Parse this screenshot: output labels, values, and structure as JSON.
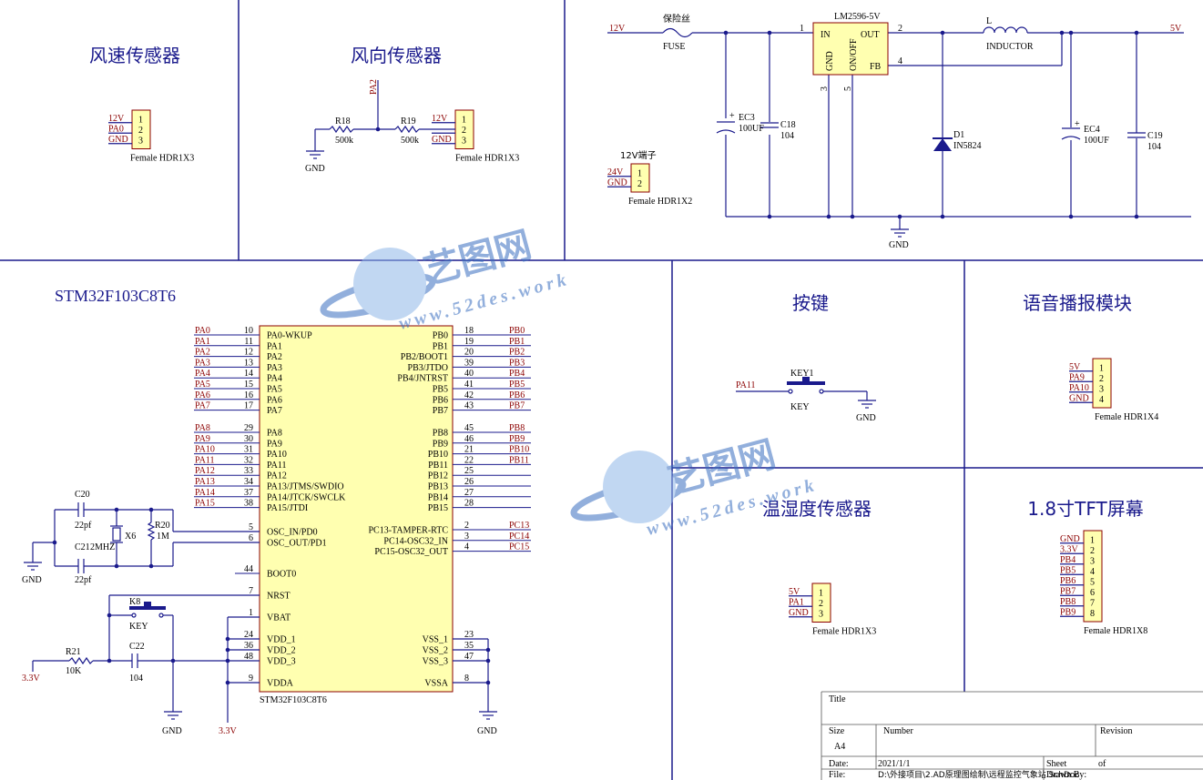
{
  "sections": {
    "wind_speed": "风速传感器",
    "wind_dir": "风向传感器",
    "mcu": "STM32F103C8T6",
    "key_title": "按键",
    "voice": "语音播报模块",
    "temp_hum": "温湿度传感器",
    "tft": "1.8寸TFT屏幕"
  },
  "power": {
    "in_label": "12V",
    "fuse_cn": "保险丝",
    "fuse": "FUSE",
    "reg": "LM2596-5V",
    "pin_in": "IN",
    "pin_out": "OUT",
    "pin_gnd": "GND",
    "pin_onoff": "ON/OFF",
    "pin_fb": "FB",
    "pin1": "1",
    "pin2": "2",
    "pin3": "3",
    "pin4": "4",
    "pin5": "5",
    "ind_ref": "L",
    "ind_val": "INDUCTOR",
    "out_label": "5V",
    "ec3": "EC3",
    "ec3_val": "100UF",
    "c18": "C18",
    "c18_val": "104",
    "d1": "D1",
    "d1_val": "IN5824",
    "ec4": "EC4",
    "ec4_val": "100UF",
    "c19": "C19",
    "c19_val": "104",
    "gnd": "GND",
    "plus": "+"
  },
  "conn_12v": {
    "title": "12V端子",
    "nets": [
      "24V",
      "GND"
    ],
    "pins": [
      "1",
      "2"
    ],
    "part": "Female HDR1X2"
  },
  "conn_speed": {
    "nets": [
      "12V",
      "PA0",
      "GND"
    ],
    "pins": [
      "1",
      "2",
      "3"
    ],
    "part": "Female HDR1X3"
  },
  "wind_dir": {
    "pa2": "PA2",
    "r18": "R18",
    "r18_val": "500k",
    "r19": "R19",
    "r19_val": "500k",
    "gnd": "GND",
    "nets": [
      "12V",
      "",
      "GND"
    ],
    "pins": [
      "1",
      "2",
      "3"
    ],
    "part": "Female HDR1X3"
  },
  "mcu": {
    "part": "STM32F103C8T6",
    "left_top": [
      {
        "net": "PA0",
        "num": "10",
        "name": "PA0-WKUP"
      },
      {
        "net": "PA1",
        "num": "11",
        "name": "PA1"
      },
      {
        "net": "PA2",
        "num": "12",
        "name": "PA2"
      },
      {
        "net": "PA3",
        "num": "13",
        "name": "PA3"
      },
      {
        "net": "PA4",
        "num": "14",
        "name": "PA4"
      },
      {
        "net": "PA5",
        "num": "15",
        "name": "PA5"
      },
      {
        "net": "PA6",
        "num": "16",
        "name": "PA6"
      },
      {
        "net": "PA7",
        "num": "17",
        "name": "PA7"
      }
    ],
    "left_mid": [
      {
        "net": "PA8",
        "num": "29",
        "name": "PA8"
      },
      {
        "net": "PA9",
        "num": "30",
        "name": "PA9"
      },
      {
        "net": "PA10",
        "num": "31",
        "name": "PA10"
      },
      {
        "net": "PA11",
        "num": "32",
        "name": "PA11"
      },
      {
        "net": "PA12",
        "num": "33",
        "name": "PA12"
      },
      {
        "net": "PA13",
        "num": "34",
        "name": "PA13/JTMS/SWDIO"
      },
      {
        "net": "PA14",
        "num": "37",
        "name": "PA14/JTCK/SWCLK"
      },
      {
        "net": "PA15",
        "num": "38",
        "name": "PA15/JTDI"
      }
    ],
    "left_low": [
      {
        "num": "5",
        "name": "OSC_IN/PD0"
      },
      {
        "num": "6",
        "name": "OSC_OUT/PD1"
      },
      {
        "num": "44",
        "name": "BOOT0"
      },
      {
        "num": "7",
        "name": "NRST"
      },
      {
        "num": "1",
        "name": "VBAT"
      },
      {
        "num": "24",
        "name": "VDD_1"
      },
      {
        "num": "36",
        "name": "VDD_2"
      },
      {
        "num": "48",
        "name": "VDD_3"
      },
      {
        "num": "9",
        "name": "VDDA"
      }
    ],
    "right_top": [
      {
        "net": "PB0",
        "num": "18",
        "name": "PB0"
      },
      {
        "net": "PB1",
        "num": "19",
        "name": "PB1"
      },
      {
        "net": "PB2",
        "num": "20",
        "name": "PB2/BOOT1"
      },
      {
        "net": "PB3",
        "num": "39",
        "name": "PB3/JTDO"
      },
      {
        "net": "PB4",
        "num": "40",
        "name": "PB4/JNTRST"
      },
      {
        "net": "PB5",
        "num": "41",
        "name": "PB5"
      },
      {
        "net": "PB6",
        "num": "42",
        "name": "PB6"
      },
      {
        "net": "PB7",
        "num": "43",
        "name": "PB7"
      }
    ],
    "right_mid": [
      {
        "net": "PB8",
        "num": "45",
        "name": "PB8"
      },
      {
        "net": "PB9",
        "num": "46",
        "name": "PB9"
      },
      {
        "net": "PB10",
        "num": "21",
        "name": "PB10"
      },
      {
        "net": "PB11",
        "num": "22",
        "name": "PB11"
      },
      {
        "net": "",
        "num": "25",
        "name": "PB12"
      },
      {
        "net": "",
        "num": "26",
        "name": "PB13"
      },
      {
        "net": "",
        "num": "27",
        "name": "PB14"
      },
      {
        "net": "",
        "num": "28",
        "name": "PB15"
      }
    ],
    "right_pc": [
      {
        "net": "PC13",
        "num": "2",
        "name": "PC13-TAMPER-RTC"
      },
      {
        "net": "PC14",
        "num": "3",
        "name": "PC14-OSC32_IN"
      },
      {
        "net": "PC15",
        "num": "4",
        "name": "PC15-OSC32_OUT"
      }
    ],
    "right_vss": [
      {
        "num": "23",
        "name": "VSS_1"
      },
      {
        "num": "35",
        "name": "VSS_2"
      },
      {
        "num": "47",
        "name": "VSS_3"
      },
      {
        "num": "8",
        "name": "VSSA"
      }
    ]
  },
  "osc": {
    "c20": "C20",
    "c20_val": "22pf",
    "x6": "X6",
    "r20": "R20",
    "r20_val": "1M",
    "c21": "C21",
    "x6_val": "2MHZ",
    "c21_val": "22pf",
    "gnd": "GND"
  },
  "reset": {
    "k8": "K8",
    "key": "KEY",
    "r21": "R21",
    "r21_val": "10K",
    "c22": "C22",
    "c22_val": "104",
    "v33": "3.3V",
    "gnd": "GND",
    "v33b": "3.3V",
    "gnd2": "GND"
  },
  "key_block": {
    "net": "PA11",
    "ref": "KEY1",
    "val": "KEY",
    "gnd": "GND"
  },
  "conn_voice": {
    "nets": [
      "5V",
      "PA9",
      "PA10",
      "GND"
    ],
    "pins": [
      "1",
      "2",
      "3",
      "4"
    ],
    "part": "Female HDR1X4"
  },
  "conn_temp": {
    "nets": [
      "5V",
      "PA1",
      "GND"
    ],
    "pins": [
      "1",
      "2",
      "3"
    ],
    "part": "Female HDR1X3"
  },
  "conn_tft": {
    "nets": [
      "GND",
      "3.3V",
      "PB4",
      "PB5",
      "PB6",
      "PB7",
      "PB8",
      "PB9"
    ],
    "pins": [
      "1",
      "2",
      "3",
      "4",
      "5",
      "6",
      "7",
      "8"
    ],
    "part": "Female HDR1X8"
  },
  "title_block": {
    "title": "Title",
    "size": "Size",
    "size_val": "A4",
    "number": "Number",
    "revision": "Revision",
    "date": "Date:",
    "date_val": "2021/1/1",
    "sheet": "Sheet",
    "of": "of",
    "file": "File:",
    "file_val": "D:\\外接项目\\2.AD原理图绘制\\远程监控气象站.SchDoc",
    "drawn": "Drawn By:"
  },
  "watermark": {
    "brand": "艺图网",
    "url": "www.52des.work"
  },
  "colors": {
    "wire": "#1a1a8c",
    "net": "#8b0000",
    "body": "#ffffb0",
    "border": "#8b0000"
  }
}
